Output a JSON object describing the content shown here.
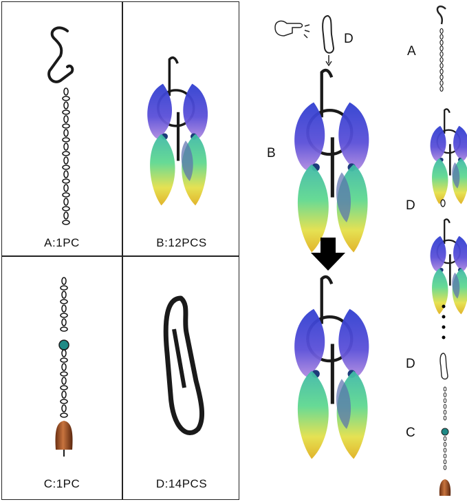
{
  "grid": {
    "cells": [
      {
        "label": "A:1PC",
        "icon": "hook-with-chain"
      },
      {
        "label": "B:12PCS",
        "icon": "glass-leaf-cluster"
      },
      {
        "label": "C:1PC",
        "icon": "bead-bell-chain"
      },
      {
        "label": "D:14PCS",
        "icon": "spring-clip"
      }
    ]
  },
  "assembly": {
    "clip_label": "D",
    "pendant_label": "B",
    "arrow": "down-arrow-icon"
  },
  "chain_diagram": {
    "labels": [
      "A",
      "D",
      "D",
      "C"
    ],
    "continuation": "vertical-ellipsis"
  },
  "colors": {
    "blue": "#3a3fc9",
    "purple": "#8a6bd6",
    "green": "#44c98a",
    "yellow": "#e6d23a",
    "bronze": "#a0522d",
    "metal": "#1a1a1a"
  }
}
